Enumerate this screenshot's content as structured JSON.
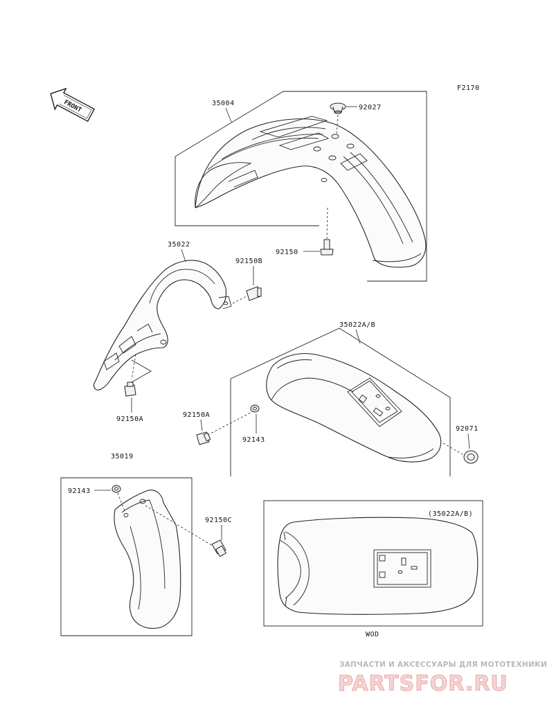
{
  "diagram_code": "F2170",
  "front_label": "FRONT",
  "labels": {
    "p35004": "35004",
    "p92027": "92027",
    "p92150": "92150",
    "p35022": "35022",
    "p92150B": "92150B",
    "p92150A_left": "92150A",
    "p35022AB": "35022A/B",
    "p92150A_mid": "92150A",
    "p92143_mid": "92143",
    "p92071": "92071",
    "p35019": "35019",
    "p92143_left": "92143",
    "p92150C": "92150C",
    "inset_ref": "(35022A/B)",
    "inset_caption": "WOD"
  },
  "watermark": {
    "top": "ЗАПЧАСТИ И АКСЕССУАРЫ ДЛЯ МОТОТЕХНИКИ",
    "brand": "PARTSFOR.RU"
  }
}
